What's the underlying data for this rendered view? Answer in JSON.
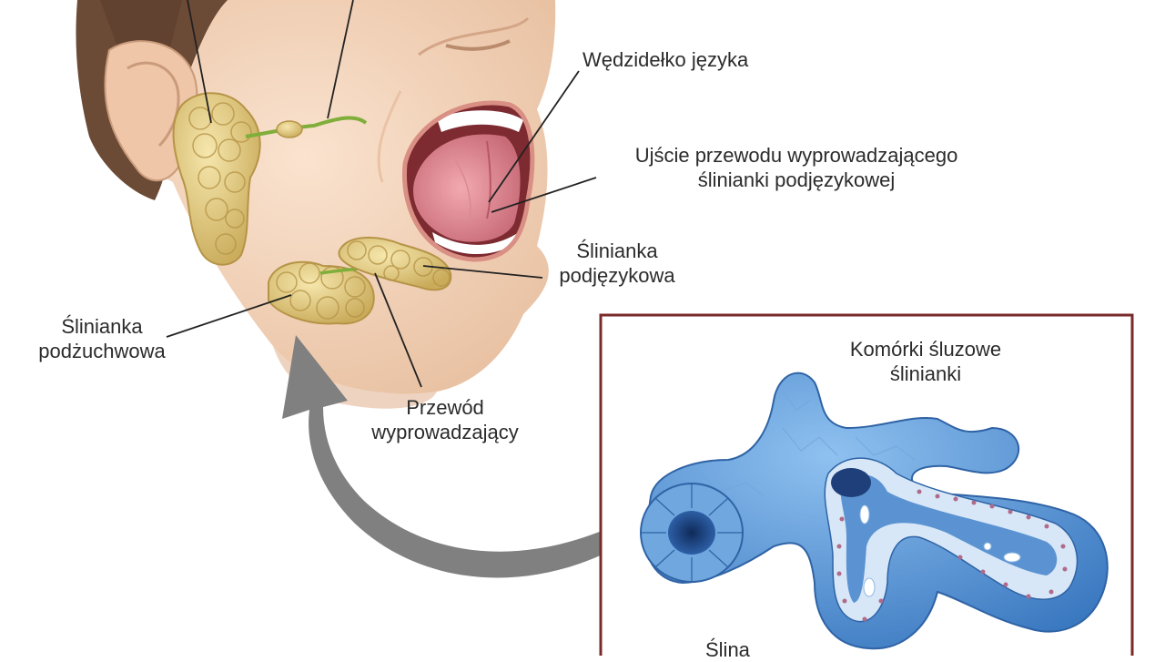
{
  "labels": {
    "wedzidelko": "Wędzidełko języka",
    "ujscie_line1": "Ujście przewodu wyprowadzającego",
    "ujscie_line2": "ślinianki podjęzykowej",
    "podjezykowa_line1": "Ślinianka",
    "podjezykowa_line2": "podjęzykowa",
    "podzuchwowa_line1": "Ślinianka",
    "podzuchwowa_line2": "podżuchwowa",
    "przewod_line1": "Przewód",
    "przewod_line2": "wyprowadzający",
    "komorki_line1": "Komórki śluzowe",
    "komorki_line2": "ślinianki",
    "slina": "Ślina"
  },
  "colors": {
    "gland": "#e7cf86",
    "duct": "#7fae3a",
    "skin": "#f6d9c2",
    "hair": "#6b4a36",
    "cell_blue": "#4f8fd0",
    "inset_border": "#7a2a2a",
    "arrow": "#777777"
  }
}
